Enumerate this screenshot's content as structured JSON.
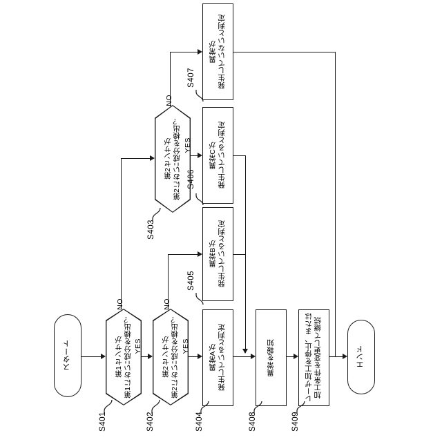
{
  "figure": {
    "kind": "flowchart",
    "orientation": "rotated-90-left",
    "language": "ja"
  },
  "nodes": {
    "start": {
      "id": "start",
      "label": "スタート",
      "shape": "terminal"
    },
    "s401": {
      "id": "S401",
      "tag": "S401",
      "shape": "decision",
      "label": "第1センサが\n第1においﾆ成分を検出？"
    },
    "s402": {
      "id": "S402",
      "tag": "S402",
      "shape": "decision",
      "label": "第2センサが\n第2においﾆ成分を検出？"
    },
    "s403": {
      "id": "S403",
      "tag": "S403",
      "shape": "decision",
      "label": "第2センサが\n第2においﾆ成分を検出？"
    },
    "s404": {
      "id": "S404",
      "tag": "S404",
      "shape": "process",
      "label": "異常Aが\n発生していると判定"
    },
    "s405": {
      "id": "S405",
      "tag": "S405",
      "shape": "process",
      "label": "異常Bが\n発生していると判定"
    },
    "s406": {
      "id": "S406",
      "tag": "S406",
      "shape": "process",
      "label": "異常Cが\n発生していると判定"
    },
    "s407": {
      "id": "S407",
      "tag": "S407",
      "shape": "process",
      "label": "異常が\n発生していないと判定"
    },
    "s408": {
      "id": "S408",
      "tag": "S408",
      "shape": "process",
      "label": "異常を報知"
    },
    "s409": {
      "id": "S409",
      "tag": "S409",
      "shape": "process",
      "label": "レーザ加工を停止、または\n加工条件を変更して継続"
    },
    "end": {
      "id": "end",
      "label": "エンド",
      "shape": "terminal"
    }
  },
  "branch_labels": {
    "s401_yes": "YES",
    "s401_no": "NO",
    "s402_yes": "YES",
    "s402_no": "NO",
    "s403_yes": "YES",
    "s403_no": "NO"
  },
  "edges": [
    {
      "from": "start",
      "to": "s401",
      "label": ""
    },
    {
      "from": "s401",
      "to": "s402",
      "label": "YES"
    },
    {
      "from": "s401",
      "to": "s403",
      "label": "NO"
    },
    {
      "from": "s402",
      "to": "s404",
      "label": "YES"
    },
    {
      "from": "s402",
      "to": "s405",
      "label": "NO"
    },
    {
      "from": "s403",
      "to": "s406",
      "label": "YES"
    },
    {
      "from": "s403",
      "to": "s407",
      "label": "NO"
    },
    {
      "from": "s404",
      "to": "s408",
      "label": ""
    },
    {
      "from": "s405",
      "to": "s408",
      "label": ""
    },
    {
      "from": "s406",
      "to": "s408",
      "label": ""
    },
    {
      "from": "s408",
      "to": "s409",
      "label": ""
    },
    {
      "from": "s409",
      "to": "end",
      "label": ""
    },
    {
      "from": "s407",
      "to": "end",
      "label": ""
    }
  ],
  "colors": {
    "stroke": "#1a1a1a",
    "background": "#ffffff",
    "text": "#000000"
  }
}
